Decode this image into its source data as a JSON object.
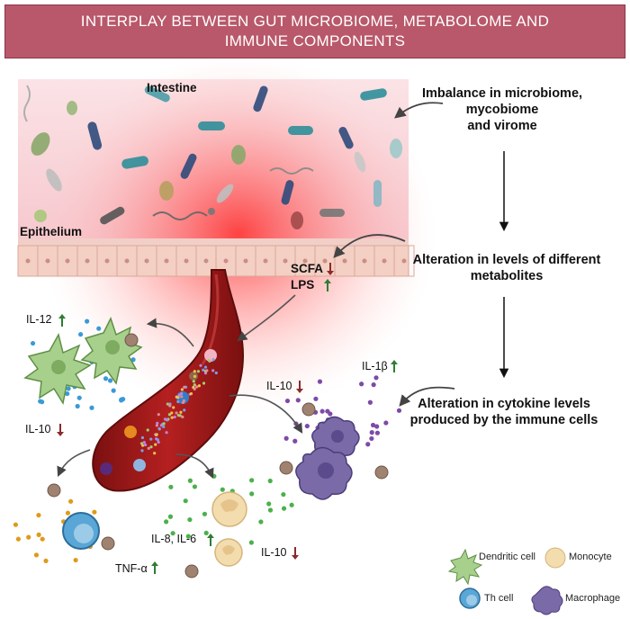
{
  "title": {
    "line1": "INTERPLAY BETWEEN GUT MICROBIOME, METABOLOME AND",
    "line2": "IMMUNE COMPONENTS"
  },
  "labels": {
    "intestine": "Intestine",
    "epithelium": "Epithelium",
    "scfa": "SCFA",
    "lps": "LPS"
  },
  "steps": {
    "s1_l1": "Imbalance in  microbiome,",
    "s1_l2": "mycobiome",
    "s1_l3": "and virome",
    "s2_l1": "Alteration in levels of different",
    "s2_l2": "metabolites",
    "s3_l1": "Alteration in cytokine levels",
    "s3_l2": "produced by the immune cells"
  },
  "cytokines": {
    "il12": "IL-12",
    "il10_left": "IL-10",
    "il10_mid": "IL-10",
    "il1b": "IL-1β",
    "il8_il6": "IL-8, IL-6",
    "il10_bottom": "IL-10",
    "tnfa": "TNF-α"
  },
  "legend": {
    "dendritic": "Dendritic cell",
    "monocyte": "Monocyte",
    "th": "Th cell",
    "macrophage": "Macrophage"
  },
  "colors": {
    "title_bg": "#b9586a",
    "up_arrow": "#2e7d32",
    "down_arrow": "#8b2a2a",
    "vessel": "#9e1b1b",
    "dendritic": "#a8d08d",
    "monocyte": "#f3dcae",
    "th_cell": "#5aa6d6",
    "macrophage": "#7a6aa8"
  }
}
